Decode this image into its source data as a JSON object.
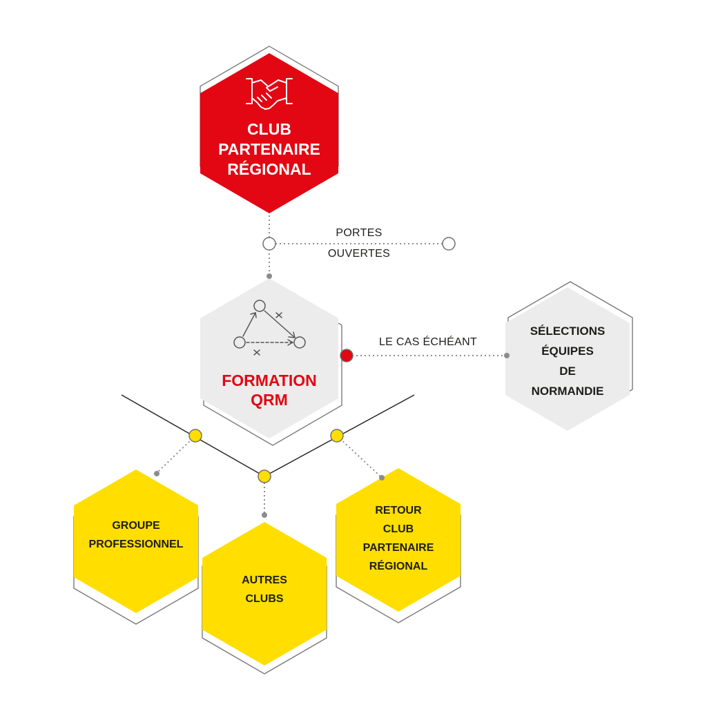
{
  "colors": {
    "red": "#e30613",
    "grey": "#ececec",
    "yellow": "#ffde00",
    "text_dark": "#1d1d1b",
    "outline": "#6f6f6f",
    "connector": "#8c8c8c"
  },
  "nodes": {
    "club_partenaire": {
      "lines": [
        "CLUB",
        "PARTENAIRE",
        "RÉGIONAL"
      ],
      "icon": "handshake-icon",
      "color": "red"
    },
    "formation_qrm": {
      "lines": [
        "FORMATION",
        "QRM"
      ],
      "icon": "tactics-diagram-icon",
      "color": "grey"
    },
    "selections": {
      "lines": [
        "SÉLECTIONS",
        "ÉQUIPES",
        "DE",
        "NORMANDIE"
      ],
      "color": "grey"
    },
    "groupe_pro": {
      "lines": [
        "GROUPE",
        "PROFESSIONNEL"
      ],
      "color": "yellow"
    },
    "autres_clubs": {
      "lines": [
        "AUTRES",
        "CLUBS"
      ],
      "color": "yellow"
    },
    "retour_club": {
      "lines": [
        "RETOUR",
        "CLUB",
        "PARTENAIRE",
        "RÉGIONAL"
      ],
      "color": "yellow"
    }
  },
  "connections": {
    "portes_ouvertes": {
      "lines": [
        "PORTES",
        "OUVERTES"
      ]
    },
    "le_cas_echeant": {
      "lines": [
        "LE CAS ÉCHÉANT"
      ]
    }
  }
}
